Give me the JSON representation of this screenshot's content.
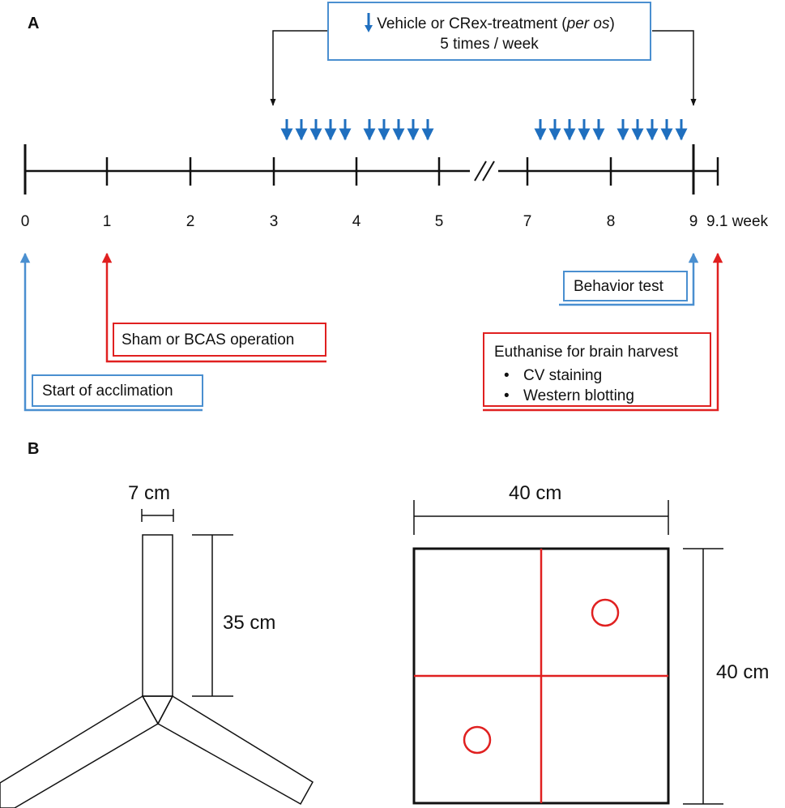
{
  "panels": {
    "a_label": "A",
    "b_label": "B"
  },
  "treatment_box": {
    "line1_prefix": "Vehicle or CRex-treatment (",
    "line1_italic": "per os",
    "line1_suffix": ")",
    "line2": "5 times / week"
  },
  "timeline": {
    "ticks": [
      "0",
      "1",
      "2",
      "3",
      "4",
      "5",
      "7",
      "8",
      "9",
      "9.1 week"
    ],
    "arrow_color": "#1f6fbf"
  },
  "events": {
    "acclimation": "Start of acclimation",
    "operation": "Sham or BCAS operation",
    "behavior": "Behavior test",
    "euthanise_title": "Euthanise for brain harvest",
    "euthanise_items": [
      "CV staining",
      "Western blotting"
    ]
  },
  "colors": {
    "blue": "#4a8fd0",
    "red": "#e02020",
    "dose_arrow": "#1f6fbf"
  },
  "panel_b": {
    "ymaze_width": "7 cm",
    "ymaze_arm_length": "35 cm",
    "openfield_width": "40 cm",
    "openfield_height": "40 cm"
  }
}
